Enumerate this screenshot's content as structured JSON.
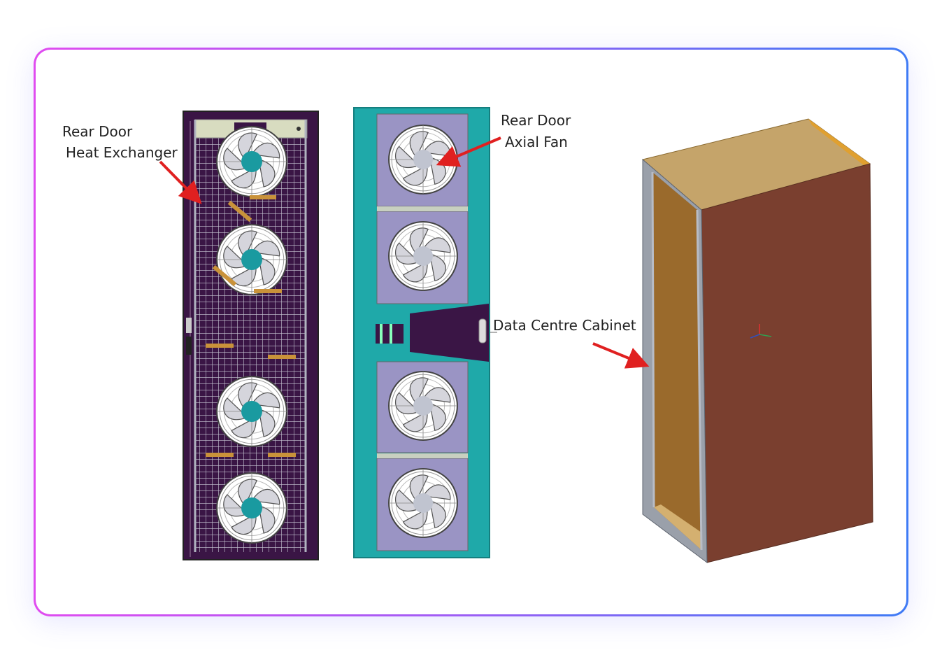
{
  "labels": {
    "heat_exchanger_line1": "Rear Door",
    "heat_exchanger_line2": "Heat Exchanger",
    "axial_fan_line1": "Rear Door",
    "axial_fan_line2": "Axial Fan",
    "cabinet": "Data Centre Cabinet"
  },
  "colors": {
    "card_gradient_start": "#e04cf0",
    "card_gradient_end": "#3f7bf5",
    "heat_exchanger_frame": "#3a1545",
    "fan_door_body": "#1fa9a9",
    "fan_panel": "#9a94c4",
    "cabinet_side": "#7a3f2f",
    "cabinet_top": "#c5a46a",
    "cabinet_interior": "#9a6a2c",
    "arrow": "#e02020"
  },
  "icons": [
    "axial-fan-icon",
    "red-arrow-icon",
    "axis-triad-icon"
  ]
}
